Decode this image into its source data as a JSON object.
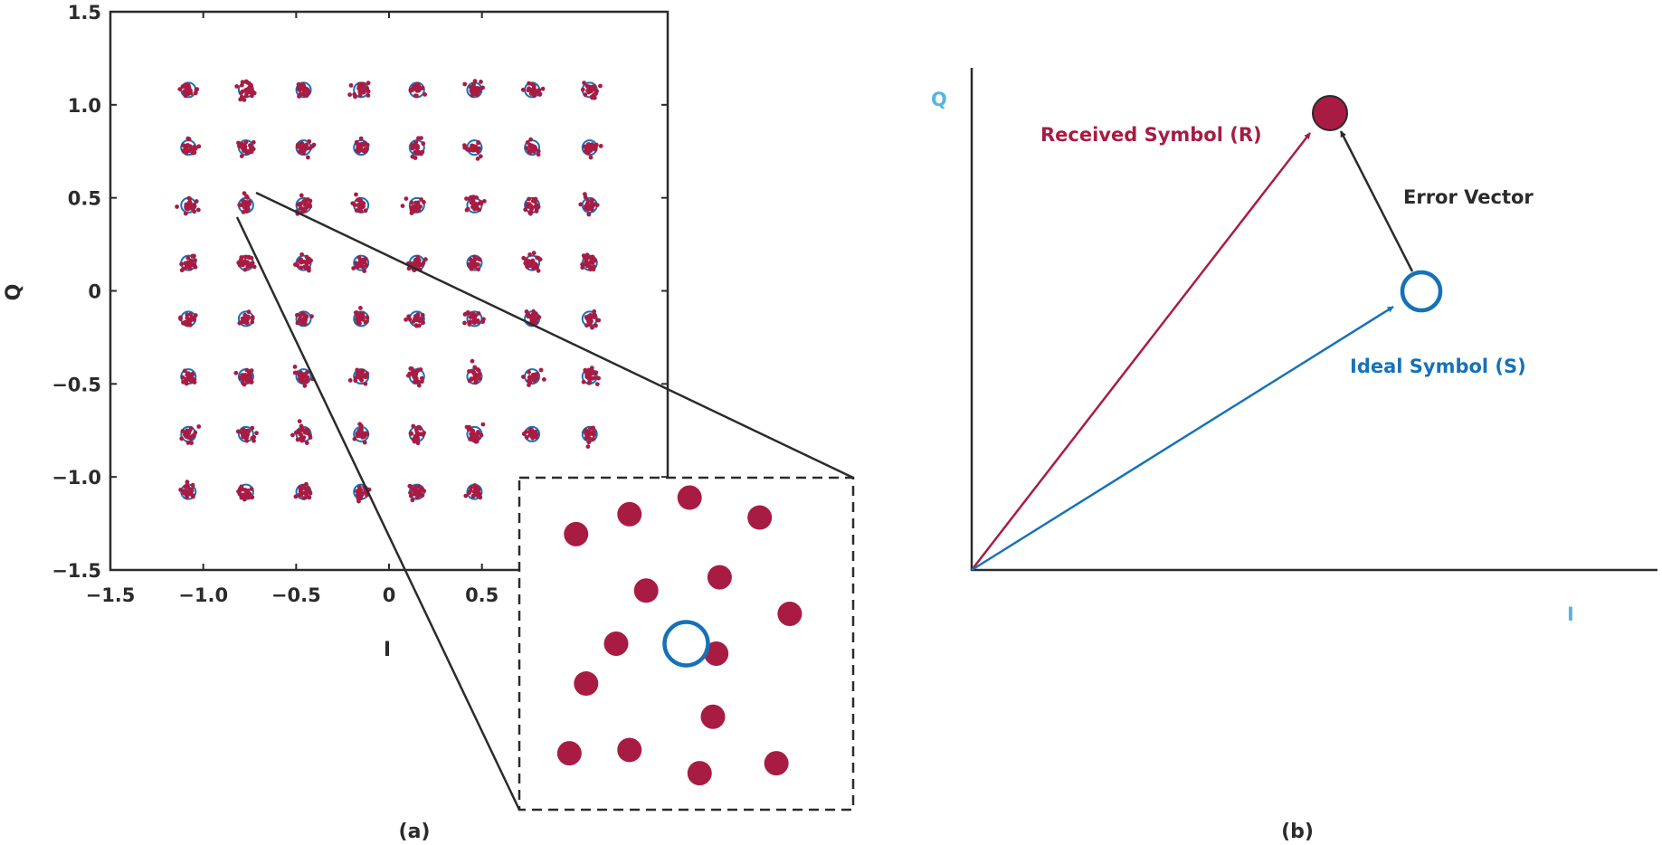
{
  "colors": {
    "received": "#a81c43",
    "ideal": "#1672b8",
    "error": "#2b2b2b",
    "axis": "#2b2b2b",
    "axis_letter": "#5ab4e0"
  },
  "chart_data": [
    {
      "type": "scatter",
      "panel": "a",
      "caption": "(a)",
      "xlabel": "I",
      "ylabel": "Q",
      "xlim": [
        -1.5,
        1.5
      ],
      "ylim": [
        -1.5,
        1.5
      ],
      "xticks": [
        -1.5,
        -1.0,
        -0.5,
        0,
        0.5
      ],
      "xtick_labels": [
        "−1.5",
        "−1.0",
        "−0.5",
        "0",
        "0.5"
      ],
      "yticks": [
        -1.5,
        -1.0,
        -0.5,
        0,
        0.5,
        1.0,
        1.5
      ],
      "ytick_labels": [
        "−1.5",
        "−1.0",
        "−0.5",
        "0",
        "0.5",
        "1.0",
        "1.5"
      ],
      "grid": false,
      "constellation_levels": [
        -1.08,
        -0.77,
        -0.46,
        -0.15,
        0.15,
        0.46,
        0.77,
        1.08
      ],
      "series": [
        {
          "marker": "open-circle",
          "color": "ideal",
          "x": "constellation_levels",
          "y": "constellation_levels"
        },
        {
          "marker": "filled-dot-cluster",
          "color": "received",
          "x": "constellation_levels",
          "y": "constellation_levels"
        }
      ],
      "zoom_inset": {
        "source_point": [
          -0.77,
          0.46
        ],
        "received_points": [
          [
            0.17,
            0.83
          ],
          [
            0.33,
            0.89
          ],
          [
            0.51,
            0.94
          ],
          [
            0.72,
            0.88
          ],
          [
            0.38,
            0.66
          ],
          [
            0.6,
            0.7
          ],
          [
            0.81,
            0.59
          ],
          [
            0.29,
            0.5
          ],
          [
            0.59,
            0.47
          ],
          [
            0.2,
            0.38
          ],
          [
            0.58,
            0.28
          ],
          [
            0.15,
            0.17
          ],
          [
            0.33,
            0.18
          ],
          [
            0.54,
            0.11
          ],
          [
            0.77,
            0.14
          ]
        ],
        "ideal_point": [
          0.5,
          0.5
        ]
      }
    },
    {
      "type": "vector-diagram",
      "panel": "b",
      "caption": "(b)",
      "xlabel": "I",
      "ylabel": "Q",
      "received_label": "Received Symbol (R)",
      "ideal_label": "Ideal Symbol (S)",
      "error_label": "Error Vector",
      "received_point": [
        0.53,
        0.92
      ],
      "ideal_point": [
        0.66,
        0.56
      ]
    }
  ]
}
